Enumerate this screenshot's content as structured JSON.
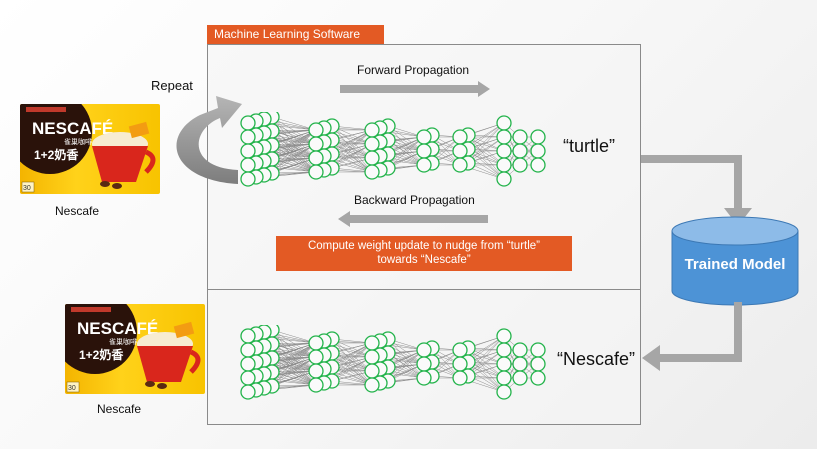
{
  "panel": {
    "title": "Machine Learning Software"
  },
  "training": {
    "repeat_label": "Repeat",
    "forward_label": "Forward Propagation",
    "backward_label": "Backward Propagation",
    "prediction": "“turtle”",
    "weight_update_line1": "Compute weight update to nudge from “turtle”",
    "weight_update_line2": "towards “Nescafe”",
    "input_caption": "Nescafe"
  },
  "model": {
    "label": "Trained Model"
  },
  "inference": {
    "prediction": "“Nescafe”",
    "input_caption": "Nescafe"
  },
  "product": {
    "brand": "NESCAFÉ",
    "subtitle": "1+2奶香",
    "chinese_brand": "雀巢咖啡",
    "count_badge": "30"
  },
  "network": {
    "layers": [
      5,
      4,
      4,
      3,
      3,
      5,
      3,
      3
    ],
    "node_color": "#22b34a",
    "edge_color": "#8c8c8c"
  },
  "colors": {
    "accent_orange": "#e35a24",
    "cylinder_blue": "#4d93d6",
    "arrow_gray": "#a6a6a6"
  }
}
